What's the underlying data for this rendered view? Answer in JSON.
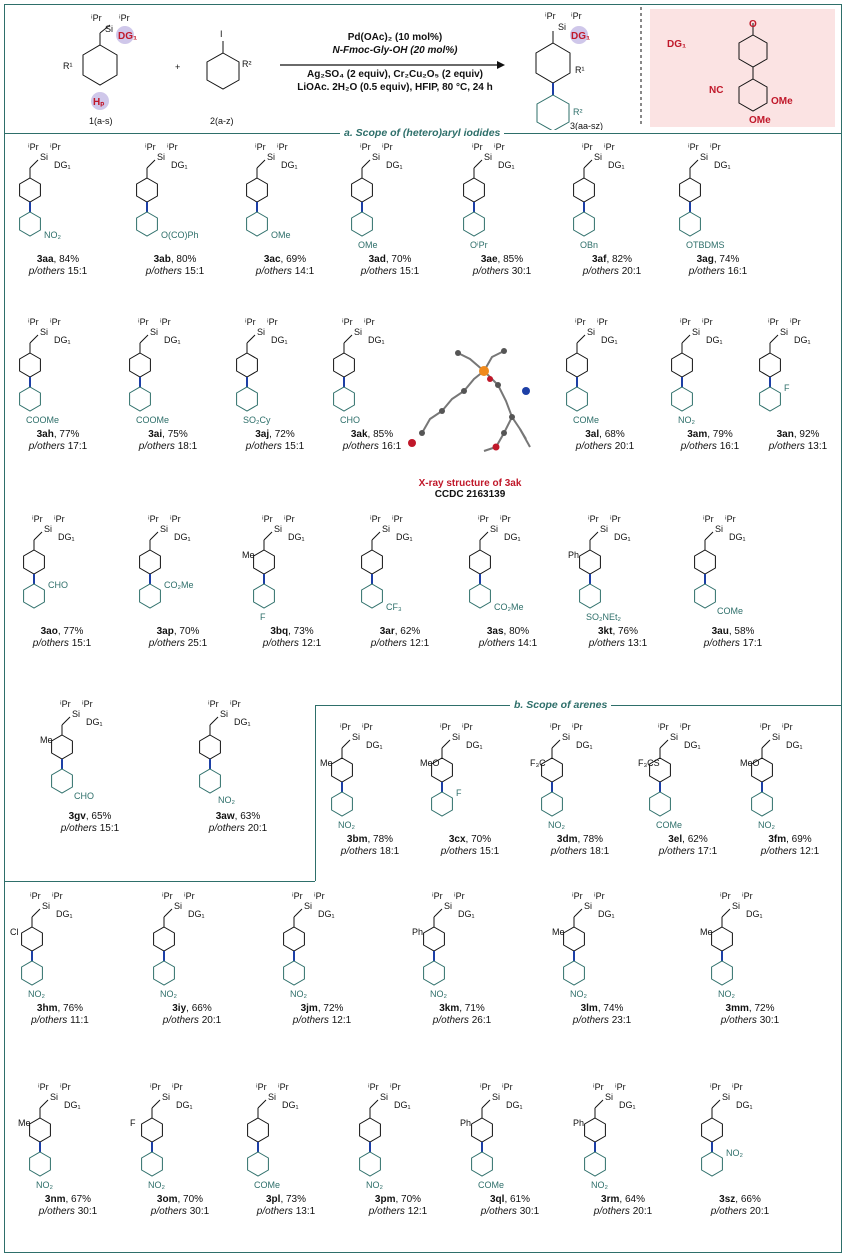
{
  "header": {
    "reactant1_label": "1(a-s)",
    "reactant2_label": "2(a-z)",
    "product_label": "3(aa-sz)",
    "plus": "+",
    "conditions": [
      "Pd(OAc)₂ (10 mol%)",
      "N-Fmoc-Gly-OH (20 mol%)",
      "Ag₂SO₄ (2 equiv), Cr₂Cu₂O₅ (2 equiv)",
      "LiOAc. 2H₂O (0.5 equiv), HFIP, 80 °C, 24 h"
    ],
    "dg_label": "DG₁",
    "dg_substituents": {
      "nc": "NC",
      "ome1": "OMe",
      "ome2": "OMe",
      "o": "O"
    },
    "atom_labels": {
      "ipr": "ⁱPr",
      "si": "Si",
      "dg": "DG₁",
      "hp": "Hₚ",
      "r1": "R¹",
      "r2": "R²",
      "i": "I"
    }
  },
  "sections": {
    "a": "a. Scope of (hetero)aryl iodides",
    "b": "b. Scope of arenes"
  },
  "xray": {
    "title": "X-ray structure of 3ak",
    "ccdc": "CCDC 2163139"
  },
  "compounds": [
    {
      "id": "3aa",
      "yield": "84%",
      "ratio": "15:1",
      "sub": "NO₂",
      "core": "plain",
      "pos": "meta"
    },
    {
      "id": "3ab",
      "yield": "80%",
      "ratio": "15:1",
      "sub": "O(CO)Ph",
      "core": "plain",
      "pos": "meta"
    },
    {
      "id": "3ac",
      "yield": "69%",
      "ratio": "14:1",
      "sub": "OMe",
      "core": "plain",
      "pos": "meta"
    },
    {
      "id": "3ad",
      "yield": "70%",
      "ratio": "15:1",
      "sub": "OMe",
      "core": "plain",
      "pos": "para"
    },
    {
      "id": "3ae",
      "yield": "85%",
      "ratio": "30:1",
      "sub": "OⁱPr",
      "core": "plain",
      "pos": "para"
    },
    {
      "id": "3af",
      "yield": "82%",
      "ratio": "20:1",
      "sub": "OBn",
      "core": "plain",
      "pos": "para"
    },
    {
      "id": "3ag",
      "yield": "74%",
      "ratio": "16:1",
      "sub": "OTBDMS",
      "core": "plain",
      "pos": "para"
    },
    {
      "id": "3ah",
      "yield": "77%",
      "ratio": "17:1",
      "sub": "COOMe",
      "core": "plain",
      "pos": "para"
    },
    {
      "id": "3ai",
      "yield": "75%",
      "ratio": "18:1",
      "sub": "COOMe",
      "core": "plain",
      "pos": "para"
    },
    {
      "id": "3aj",
      "yield": "72%",
      "ratio": "15:1",
      "sub": "SO₂Cy",
      "core": "plain",
      "pos": "para"
    },
    {
      "id": "3ak",
      "yield": "85%",
      "ratio": "16:1",
      "sub": "CHO",
      "core": "plain",
      "pos": "para"
    },
    {
      "id": "3al",
      "yield": "68%",
      "ratio": "20:1",
      "sub": "COMe",
      "core": "plain",
      "pos": "para"
    },
    {
      "id": "3am",
      "yield": "79%",
      "ratio": "16:1",
      "sub": "NO₂",
      "core": "plain",
      "pos": "para"
    },
    {
      "id": "3an",
      "yield": "92%",
      "ratio": "13:1",
      "sub": "F",
      "core": "plain",
      "pos": "ortho"
    },
    {
      "id": "3ao",
      "yield": "77%",
      "ratio": "15:1",
      "sub": "CHO",
      "core": "plain",
      "pos": "ortho"
    },
    {
      "id": "3ap",
      "yield": "70%",
      "ratio": "25:1",
      "sub": "CO₂Me",
      "core": "plain",
      "pos": "ortho"
    },
    {
      "id": "3bq",
      "yield": "73%",
      "ratio": "12:1",
      "sub": "F",
      "core": "Me",
      "pos": "para"
    },
    {
      "id": "3ar",
      "yield": "62%",
      "ratio": "12:1",
      "sub": "CF₃",
      "core": "plain",
      "pos": "meta2"
    },
    {
      "id": "3as",
      "yield": "80%",
      "ratio": "14:1",
      "sub": "CO₂Me",
      "core": "plain",
      "pos": "meta"
    },
    {
      "id": "3kt",
      "yield": "76%",
      "ratio": "13:1",
      "sub": "SO₂NEt₂",
      "core": "Ph",
      "pos": "para"
    },
    {
      "id": "3au",
      "yield": "58%",
      "ratio": "17:1",
      "sub": "COMe",
      "core": "plain",
      "pos": "thiophene"
    },
    {
      "id": "3gv",
      "yield": "65%",
      "ratio": "15:1",
      "sub": "CHO",
      "core": "Me",
      "pos": "furan"
    },
    {
      "id": "3aw",
      "yield": "63%",
      "ratio": "20:1",
      "sub": "NO₂",
      "core": "plain",
      "pos": "quinoline"
    },
    {
      "id": "3bm",
      "yield": "78%",
      "ratio": "18:1",
      "sub": "NO₂",
      "core": "Me",
      "pos": "para"
    },
    {
      "id": "3cx",
      "yield": "70%",
      "ratio": "15:1",
      "sub": "F",
      "core": "MeO",
      "pos": "ortho2"
    },
    {
      "id": "3dm",
      "yield": "78%",
      "ratio": "18:1",
      "sub": "NO₂",
      "core": "F₃C",
      "pos": "para"
    },
    {
      "id": "3el",
      "yield": "62%",
      "ratio": "17:1",
      "sub": "COMe",
      "core": "F₃CS",
      "pos": "para"
    },
    {
      "id": "3fm",
      "yield": "69%",
      "ratio": "12:1",
      "sub": "NO₂",
      "core": "MeO",
      "pos": "para"
    },
    {
      "id": "3hm",
      "yield": "76%",
      "ratio": "11:1",
      "sub": "NO₂",
      "core": "Cl",
      "pos": "para"
    },
    {
      "id": "3iy",
      "yield": "66%",
      "ratio": "20:1",
      "sub": "NO₂",
      "core": "thienyl",
      "pos": "para"
    },
    {
      "id": "3jm",
      "yield": "72%",
      "ratio": "12:1",
      "sub": "NO₂",
      "core": "biphenyl",
      "pos": "para"
    },
    {
      "id": "3km",
      "yield": "71%",
      "ratio": "26:1",
      "sub": "NO₂",
      "core": "Ph",
      "pos": "para"
    },
    {
      "id": "3lm",
      "yield": "74%",
      "ratio": "23:1",
      "sub": "NO₂",
      "core": "Me2",
      "pos": "para"
    },
    {
      "id": "3mm",
      "yield": "72%",
      "ratio": "30:1",
      "sub": "NO₂",
      "core": "Me",
      "pos": "para"
    },
    {
      "id": "3nm",
      "yield": "67%",
      "ratio": "30:1",
      "sub": "NO₂",
      "core": "Me",
      "pos": "para"
    },
    {
      "id": "3om",
      "yield": "70%",
      "ratio": "30:1",
      "sub": "NO₂",
      "core": "F2",
      "pos": "para"
    },
    {
      "id": "3pl",
      "yield": "73%",
      "ratio": "13:1",
      "sub": "COMe",
      "core": "naph",
      "pos": "para"
    },
    {
      "id": "3pm",
      "yield": "70%",
      "ratio": "12:1",
      "sub": "NO₂",
      "core": "naph",
      "pos": "para"
    },
    {
      "id": "3ql",
      "yield": "61%",
      "ratio": "30:1",
      "sub": "COMe",
      "core": "Ph-CH",
      "pos": "para"
    },
    {
      "id": "3rm",
      "yield": "64%",
      "ratio": "20:1",
      "sub": "NO₂",
      "core": "Ph-CH-Me",
      "pos": "para"
    },
    {
      "id": "3sz",
      "yield": "66%",
      "ratio": "20:1",
      "sub": "NO₂",
      "core": "diaryl",
      "pos": "ortho"
    }
  ],
  "ratio_prefix": "p/others",
  "colors": {
    "teal": "#2e6f6a",
    "red": "#c0182a",
    "blue": "#1d3fa6",
    "pink": "#fbe3e3",
    "purple": "#b9b0dc"
  }
}
